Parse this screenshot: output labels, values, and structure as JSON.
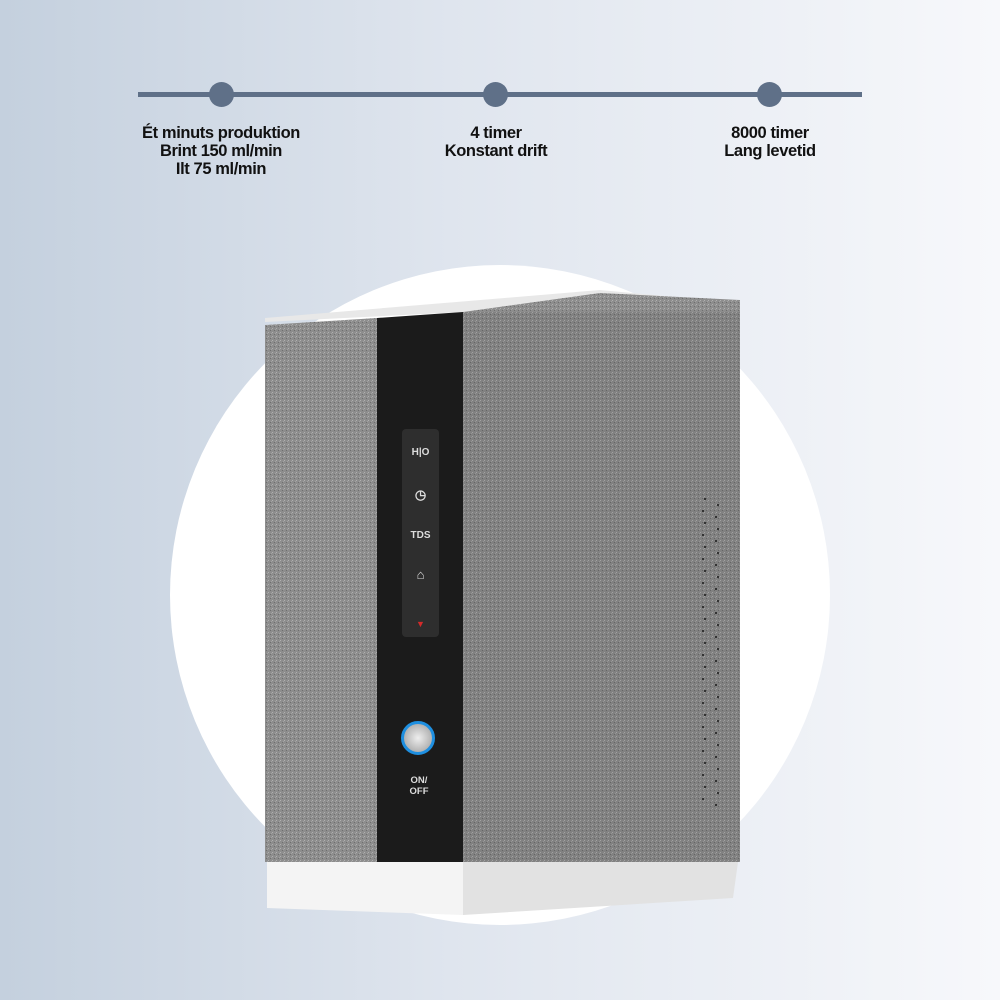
{
  "timeline": [
    {
      "lines": [
        "Ét minuts produktion",
        "Brint 150 ml/min",
        "Ilt 75 ml/min"
      ]
    },
    {
      "lines": [
        "4 timer",
        "Konstant drift"
      ]
    },
    {
      "lines": [
        "8000 timer",
        "Lang levetid"
      ]
    }
  ],
  "device": {
    "panel": {
      "hho": "H|O",
      "clock_icon": "clock-icon",
      "tds": "TDS",
      "cleaning_icon": "cleaning-icon",
      "indicator": "▼"
    },
    "power_label_1": "ON/",
    "power_label_2": "OFF"
  },
  "colors": {
    "timeline": "#5f7088",
    "power_ring": "#1e8fe0",
    "indicator": "#d42a2a"
  }
}
